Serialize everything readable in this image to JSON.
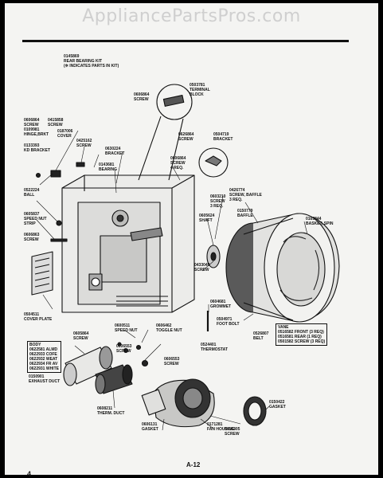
{
  "watermark": "AppliancePartsPros.com",
  "page_number": "4",
  "page_ref": "A-12",
  "kit": {
    "part": "0145869",
    "line1": "REAR BEARING KIT",
    "line2": "(✲ INDICATES PARTS IN KIT)"
  },
  "callouts": [
    {
      "id": "screw-top",
      "lines": [
        "0606864",
        "SCREW"
      ]
    },
    {
      "id": "terminal-block",
      "lines": [
        "0503781",
        "TERMINAL",
        "BLOCK"
      ]
    },
    {
      "id": "screw-left",
      "lines": [
        "0606864",
        "SCREW"
      ]
    },
    {
      "id": "hinge",
      "lines": [
        "0109981",
        "HINGE,BRKT"
      ]
    },
    {
      "id": "cover",
      "lines": [
        "0415858",
        "SCREW"
      ]
    },
    {
      "id": "cover2",
      "lines": [
        "0187006",
        "COVER"
      ]
    },
    {
      "id": "screw-mid",
      "lines": [
        "0425162",
        "SCREW"
      ]
    },
    {
      "id": "bracket-a",
      "lines": [
        "0630224",
        "BRACKET"
      ]
    },
    {
      "id": "kd-bracket",
      "lines": [
        "0133393",
        "KD BRACKET"
      ]
    },
    {
      "id": "bearing",
      "lines": [
        "0143681",
        "BEARING"
      ]
    },
    {
      "id": "screw-b",
      "lines": [
        "0626864",
        "SCREW"
      ]
    },
    {
      "id": "bracket-b",
      "lines": [
        "0504719",
        "BRACKET"
      ]
    },
    {
      "id": "screw-4req",
      "lines": [
        "0606864",
        "SCREW",
        "4 REQ."
      ]
    },
    {
      "id": "ball",
      "lines": [
        "0522224",
        "BALL"
      ]
    },
    {
      "id": "screw-baffle",
      "lines": [
        "0426774",
        "SCREW, BAFFLE",
        "3 REQ."
      ]
    },
    {
      "id": "screw-3req",
      "lines": [
        "0603210",
        "SCREW",
        "3 REQ."
      ]
    },
    {
      "id": "baffle",
      "lines": [
        "0150779",
        "BAFFLE"
      ]
    },
    {
      "id": "speed-nut-strip",
      "lines": [
        "0605837",
        "SPEED NUT",
        "STRIP"
      ]
    },
    {
      "id": "shaft",
      "lines": [
        "0605624",
        "SHAFT"
      ]
    },
    {
      "id": "screw-c",
      "lines": [
        "0606863",
        "SCREW"
      ]
    },
    {
      "id": "basket",
      "lines": [
        "0163844",
        "BASKET, SPIN"
      ]
    },
    {
      "id": "screw-d",
      "lines": [
        "0433049",
        "SCREW"
      ]
    },
    {
      "id": "grommet",
      "lines": [
        "0604681",
        "GROMMET"
      ]
    },
    {
      "id": "cover-plate",
      "lines": [
        "0504511",
        "COVER PLATE"
      ]
    },
    {
      "id": "speed-nut",
      "lines": [
        "0600511",
        "SPEED NUT"
      ]
    },
    {
      "id": "toggle-nut",
      "lines": [
        "0606462",
        "TOGGLE NUT"
      ]
    },
    {
      "id": "foot-bolt",
      "lines": [
        "0504971",
        "FOOT BOLT"
      ]
    },
    {
      "id": "belt",
      "lines": [
        "0526807",
        "BELT"
      ]
    },
    {
      "id": "screw-e",
      "lines": [
        "0605864",
        "SCREW"
      ]
    },
    {
      "id": "screw-f",
      "lines": [
        "0606553",
        "SCREW"
      ]
    },
    {
      "id": "thermostat",
      "lines": [
        "0524401",
        "THERMOSTAT"
      ]
    },
    {
      "id": "screw-g",
      "lines": [
        "0606553",
        "SCREW"
      ]
    },
    {
      "id": "exhaust-duct",
      "lines": [
        "0150901",
        "EXHAUST DUCT"
      ]
    },
    {
      "id": "therm-duct",
      "lines": [
        "0608211",
        "THERM. DUCT"
      ]
    },
    {
      "id": "gasket-a",
      "lines": [
        "0606131",
        "GASKET"
      ]
    },
    {
      "id": "fan-housing",
      "lines": [
        "0171281",
        "FAN HOUSING"
      ]
    },
    {
      "id": "screw-h",
      "lines": [
        "0416305",
        "SCREW"
      ]
    },
    {
      "id": "gasket-b",
      "lines": [
        "0150422",
        "GASKET"
      ]
    }
  ],
  "body_box": {
    "title": "BODY",
    "lines": [
      "0622581 ALMD",
      "0622933 COFE",
      "0622932 WEAT",
      "0622934 FR AV",
      "0622931 WHITE"
    ]
  },
  "vane_box": {
    "title": "VANE",
    "lines": [
      "0516582 FRONT (3 REQ)",
      "0516581 REAR (1 REQ)",
      "0501582 SCREW (3 REQ)"
    ]
  }
}
